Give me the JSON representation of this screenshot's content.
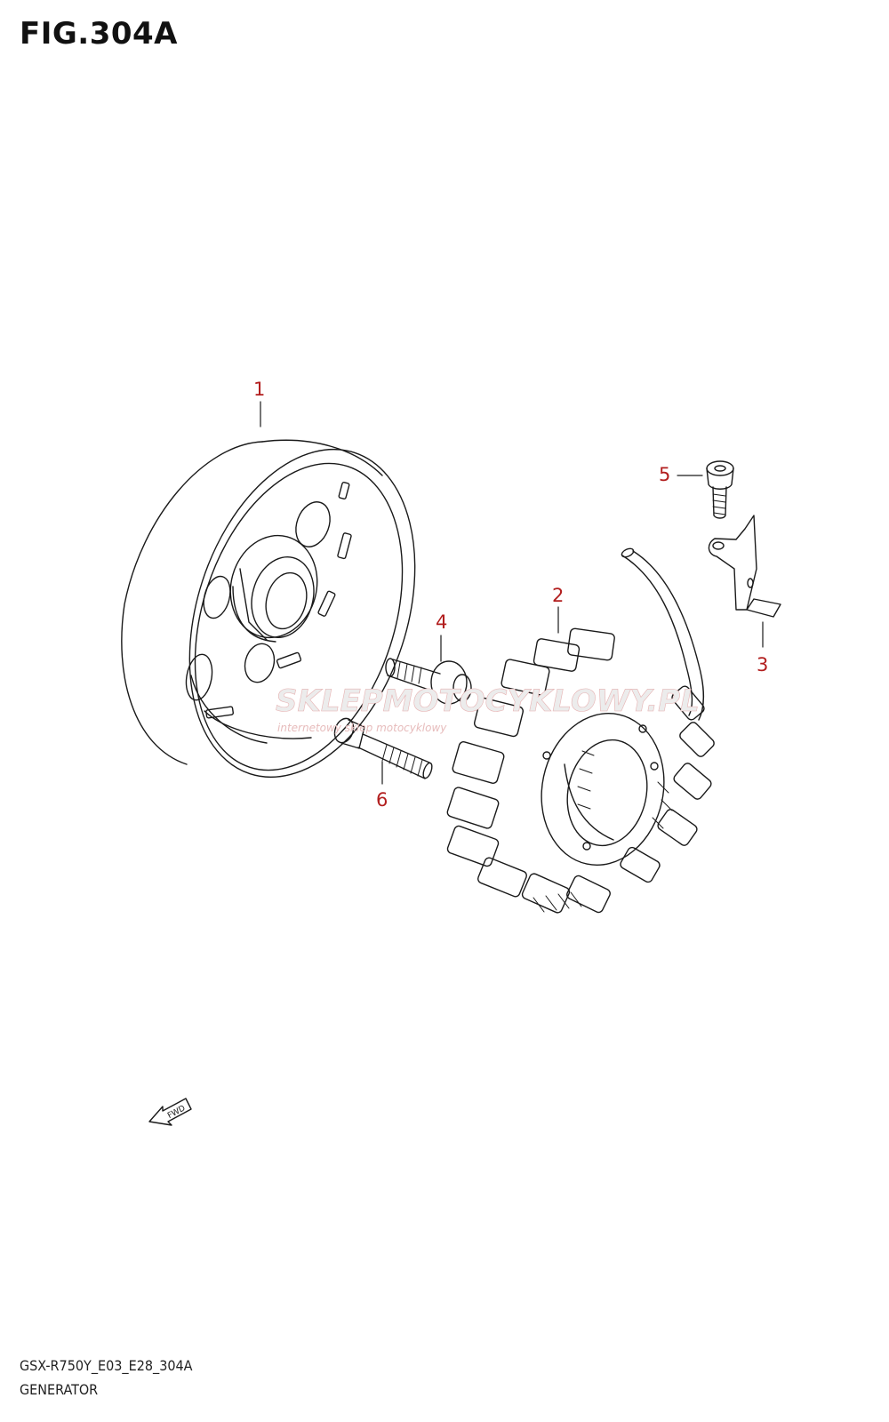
{
  "figure": {
    "title": "FIG.304A",
    "model_code": "GSX-R750Y_E03_E28_304A",
    "name": "GENERATOR"
  },
  "callouts": [
    {
      "id": "1",
      "label": "1"
    },
    {
      "id": "2",
      "label": "2"
    },
    {
      "id": "3",
      "label": "3"
    },
    {
      "id": "4",
      "label": "4"
    },
    {
      "id": "5",
      "label": "5"
    },
    {
      "id": "6",
      "label": "6"
    }
  ],
  "fwd_arrow": {
    "label": "FWD"
  },
  "watermark": {
    "brand": "SKLEPMOTOCYKLOWY.PL",
    "tagline": "internetowy sklep motocyklowy"
  },
  "colors": {
    "callout": "#b21e1e",
    "line": "#1a1a1a",
    "watermark": "#e8a8a8"
  }
}
